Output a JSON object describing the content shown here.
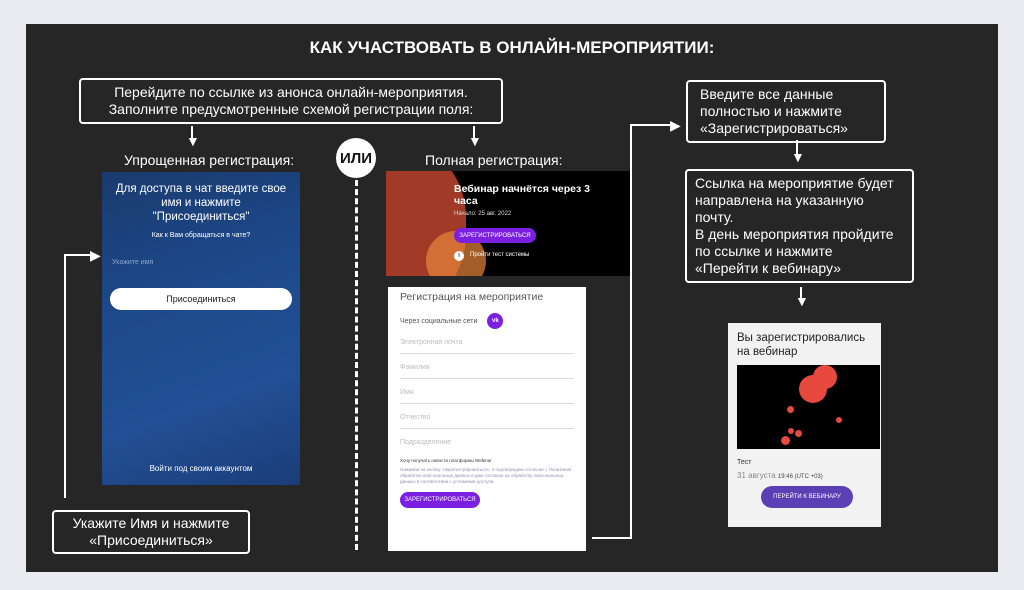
{
  "title": "КАК УЧАСТВОВАТЬ В ОНЛАЙН-МЕРОПРИЯТИИ:",
  "intro_box": [
    "Перейдите по ссылке из анонса онлайн-мероприятия.",
    "Заполните предусмотренные схемой регистрации поля:"
  ],
  "or_label": "ИЛИ",
  "simple": {
    "heading": "Упрощенная регистрация:",
    "screen_text": "Для доступа в чат введите свое имя и нажмите \"Присоединиться\"",
    "question": "Как к Вам обращаться в чате?",
    "name_placeholder": "Укажите имя",
    "join_button": "Присоединиться",
    "login_link": "Войти под своим аккаунтом",
    "instruction": [
      "Укажите Имя и нажмите",
      "«Присоединиться»"
    ]
  },
  "full": {
    "heading": "Полная регистрация:",
    "banner_title": "Вебинар начнётся через 3 часа",
    "banner_start": "Начало: 25 авг. 2022",
    "banner_button": "ЗАРЕГИСТРИРОВАТЬСЯ",
    "system_test": "Пройти тест системы",
    "form_title": "Регистрация на мероприятие",
    "social_label": "Через социальные сети",
    "vk_label": "vk",
    "fields": [
      "Электронная почта",
      "Фамилия",
      "Имя",
      "Отчество",
      "Подразделение"
    ],
    "consent_heading": "Хочу получать новости платформы Webinar",
    "consent_text": "Нажимая на кнопку «Зарегистрироваться», я подтверждаю согласие с Политикой обработки персональных данных и даю согласие на обработку персональных данных в соответствии с условиями доступа.",
    "submit_button": "ЗАРЕГИСТРИРОВАТЬСЯ"
  },
  "steps": {
    "step1": [
      "Введите все данные",
      "полностью и нажмите",
      "«Зарегистрироваться»"
    ],
    "step2": [
      "Ссылка на мероприятие будет",
      "направлена на указанную",
      "почту.",
      "В день мероприятия пройдите",
      "по ссылке и нажмите",
      "«Перейти к вебинару»"
    ]
  },
  "confirmation": {
    "title": "Вы зарегистрировались на вебинар",
    "event_name": "Тест",
    "date": "31 августа",
    "time": "19:46 (UTC +03)",
    "button": "ПЕРЕЙТИ К ВЕБИНАРУ"
  },
  "colors": {
    "panel": "#262626",
    "accent_purple": "#7b1fe0",
    "button_violet": "#5b3fb5",
    "bubble_red": "#e8493f"
  }
}
